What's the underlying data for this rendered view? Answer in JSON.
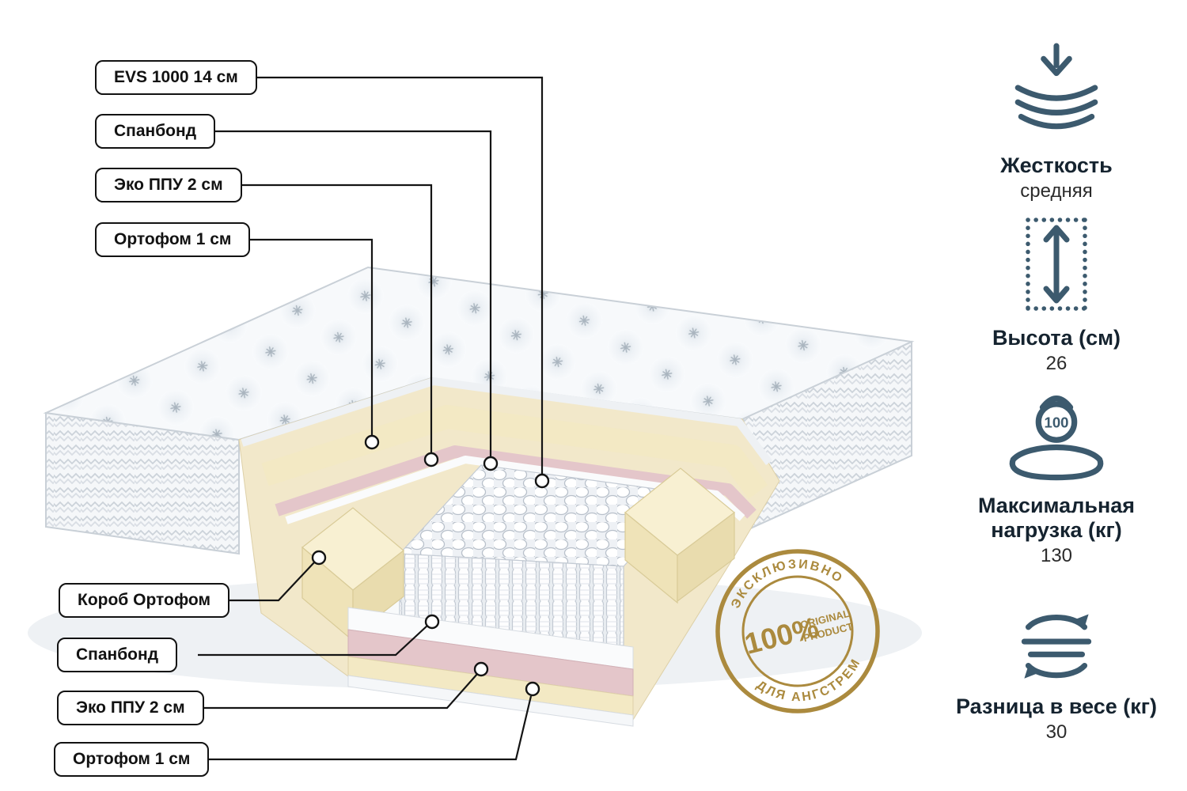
{
  "diagram": {
    "top_labels": [
      {
        "label": "EVS 1000 14 см"
      },
      {
        "label": "Спанбонд"
      },
      {
        "label": "Эко ППУ 2 см"
      },
      {
        "label": "Ортофом 1 см"
      }
    ],
    "bottom_labels": [
      {
        "label": "Короб Ортофом"
      },
      {
        "label": "Спанбонд"
      },
      {
        "label": "Эко ППУ 2 см"
      },
      {
        "label": "Ортофом 1 см"
      }
    ]
  },
  "specs": [
    {
      "icon": "firmness-icon",
      "title": "Жесткость",
      "value": "средняя"
    },
    {
      "icon": "height-icon",
      "title": "Высота (см)",
      "value": "26"
    },
    {
      "icon": "max-load-icon",
      "title": "Максимальная нагрузка (кг)",
      "value": "130",
      "icon_value": "100"
    },
    {
      "icon": "weight-diff-icon",
      "title": "Разница в весе (кг)",
      "value": "30"
    }
  ],
  "badge": {
    "percent": "100%",
    "line1": "ORIGINAL",
    "line2": "PRODUCT",
    "arc_top": "ЭКСКЛЮЗИВНО",
    "arc_bottom": "ДЛЯ АНГСТРЕМ"
  },
  "colors": {
    "badge_gold": "#ab8a3e",
    "icon_slate": "#3c5a6e",
    "foam_cream": "#f2e8ca",
    "layer_pink": "#e4c6ca",
    "line_black": "#141414"
  }
}
